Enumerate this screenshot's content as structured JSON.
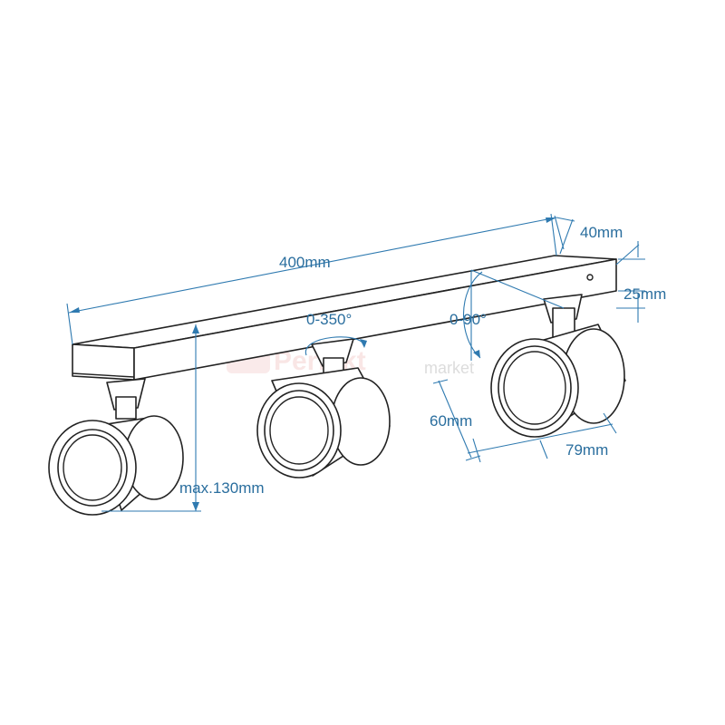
{
  "dimensions": {
    "length": "400mm",
    "width": "40mm",
    "height": "25mm",
    "rotation_horizontal": "0-350°",
    "rotation_vertical": "0-90°",
    "spot_diameter": "60mm",
    "spot_length": "79mm",
    "max_height": "max.130mm"
  },
  "watermark": {
    "brand": "Perfekt",
    "sub": "market"
  },
  "colors": {
    "dimension_line": "#2f7ab0",
    "dimension_text": "#2a6e9e",
    "outline": "#222222"
  }
}
